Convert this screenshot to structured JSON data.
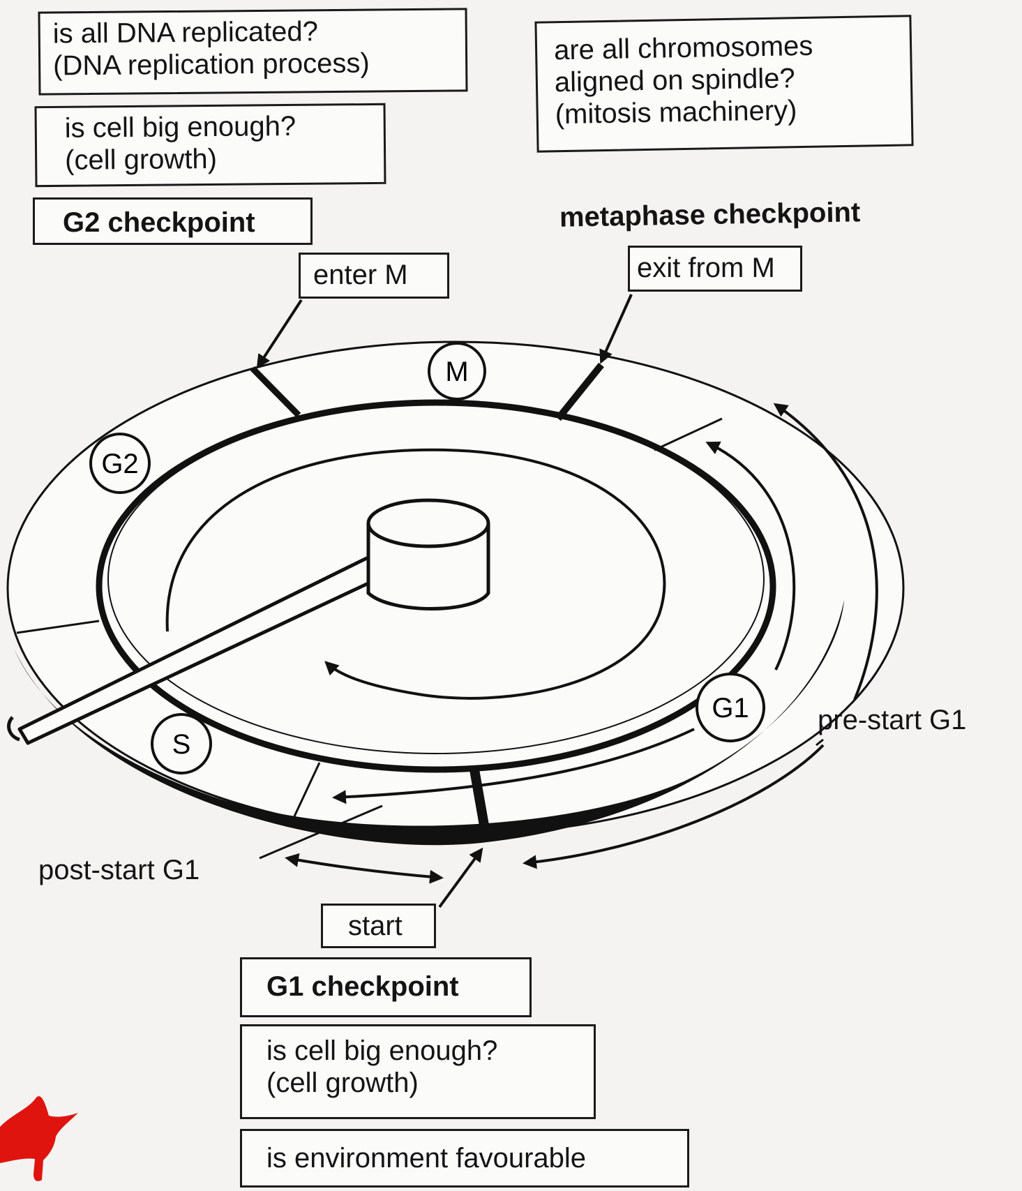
{
  "g2_questions": {
    "dna": [
      "is all DNA  replicated?",
      "(DNA  replication  process)"
    ],
    "size": [
      "is  cell  big  enough?",
      "(cell   growth)"
    ]
  },
  "g2_checkpoint": "G2 checkpoint",
  "metaphase_question": [
    "are   all   chromosomes",
    "aligned   on   spindle?",
    "(mitosis  machinery)"
  ],
  "metaphase_checkpoint": "metaphase checkpoint",
  "enter_m": "enter M",
  "exit_m": "exit from M",
  "phases": {
    "m": "M",
    "g2": "G2",
    "s": "S",
    "g1": "G1"
  },
  "pre_start_g1": "pre-start  G1",
  "post_start_g1": "post-start  G1",
  "start": "start",
  "g1_checkpoint": "G1 checkpoint",
  "g1_questions": {
    "size": [
      "is  cell  big  enough?",
      "(cell  growth)"
    ],
    "environment": "is  environment  favourable"
  }
}
